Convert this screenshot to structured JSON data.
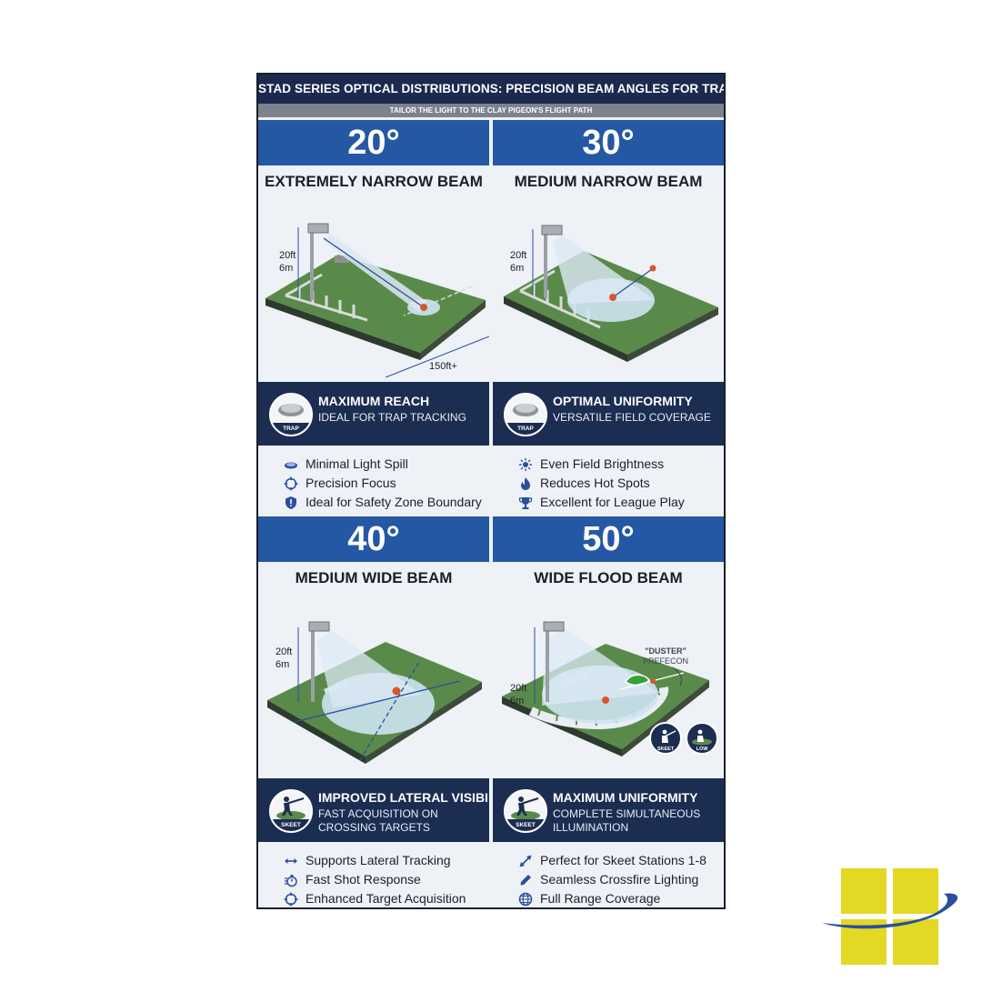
{
  "poster": {
    "title": "STAD SERIES OPTICAL DISTRIBUTIONS: PRECISION BEAM ANGLES FOR TRAP & SKEET",
    "subtitle": "TAILOR THE LIGHT TO THE CLAY PIGEON'S FLIGHT PATH"
  },
  "height_label": {
    "ft": "20ft",
    "m": "6m"
  },
  "panels": [
    {
      "angle": "20°",
      "beam_name": "EXTREMELY NARROW BEAM",
      "distance_label": "150ft+",
      "badge_label": "TRAP",
      "band_title": "MAXIMUM REACH",
      "band_sub": "IDEAL FOR TRAP TRACKING",
      "features": [
        {
          "label": "Minimal Light Spill",
          "icon": "disc-icon"
        },
        {
          "label": "Precision Focus",
          "icon": "crosshair-icon"
        },
        {
          "label": "Ideal for Safety Zone Boundary",
          "icon": "shield-icon"
        }
      ]
    },
    {
      "angle": "30°",
      "beam_name": "MEDIUM NARROW BEAM",
      "badge_label": "TRAP",
      "band_title": "OPTIMAL UNIFORMITY",
      "band_sub": "VERSATILE FIELD COVERAGE",
      "features": [
        {
          "label": "Even Field Brightness",
          "icon": "sun-icon"
        },
        {
          "label": "Reduces Hot Spots",
          "icon": "flame-icon"
        },
        {
          "label": "Excellent for League Play",
          "icon": "trophy-icon"
        }
      ]
    },
    {
      "angle": "40°",
      "beam_name": "MEDIUM WIDE BEAM",
      "badge_label": "SKEET",
      "band_title": "IMPROVED LATERAL VISIBILITY",
      "band_sub": "FAST ACQUISITION ON CROSSING TARGETS",
      "features": [
        {
          "label": "Supports Lateral Tracking",
          "icon": "double-arrow-icon"
        },
        {
          "label": "Fast Shot Response",
          "icon": "stopwatch-icon"
        },
        {
          "label": "Enhanced Target Acquisition",
          "icon": "crosshair-icon"
        }
      ]
    },
    {
      "angle": "50°",
      "beam_name": "WIDE FLOOD BEAM",
      "badge_label": "SKEET",
      "band_title": "MAXIMUM UNIFORMITY",
      "band_sub": "COMPLETE SIMULTANEOUS ILLUMINATION",
      "duster_label": "\"DUSTER\"",
      "prefecon_label": "PREFECON",
      "mini_badges": [
        "SKEET",
        "LOW"
      ],
      "features": [
        {
          "label": "Perfect for Skeet Stations 1-8",
          "icon": "diagonal-arrow-icon"
        },
        {
          "label": "Seamless Crossfire Lighting",
          "icon": "pencil-icon"
        },
        {
          "label": "Full Range Coverage",
          "icon": "globe-icon"
        }
      ]
    }
  ],
  "colors": {
    "header_navy": "#1b2a4e",
    "angle_blue": "#2558a4",
    "field_green": "#5a8a4a",
    "logo_yellow": "#e3d824",
    "logo_swoosh": "#2a4f9e"
  }
}
